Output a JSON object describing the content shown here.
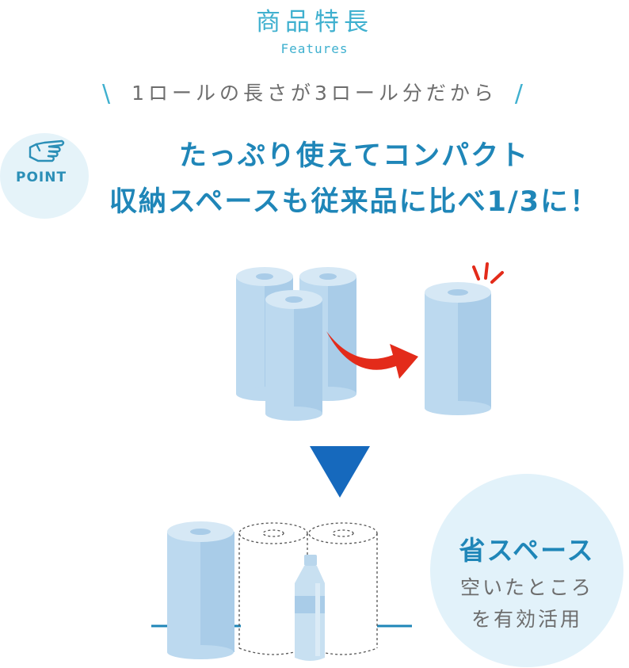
{
  "header": {
    "title": "商品特長",
    "subtitle": "Features",
    "lead": "1ロールの長さが3ロール分だから"
  },
  "point": {
    "badge_label": "POINT",
    "headline_line1": "たっぷり使えてコンパクト",
    "headline_line2": "収納スペースも従来品に比べ1/3に！"
  },
  "space_saving": {
    "title": "省スペース",
    "line1": "空いたところ",
    "line2": "を有効活用"
  },
  "colors": {
    "accent": "#3fb0cf",
    "headline": "#1f86b8",
    "roll": "#bcd9ef",
    "arrow_red": "#e32b1a",
    "triangle": "#1669bd"
  }
}
